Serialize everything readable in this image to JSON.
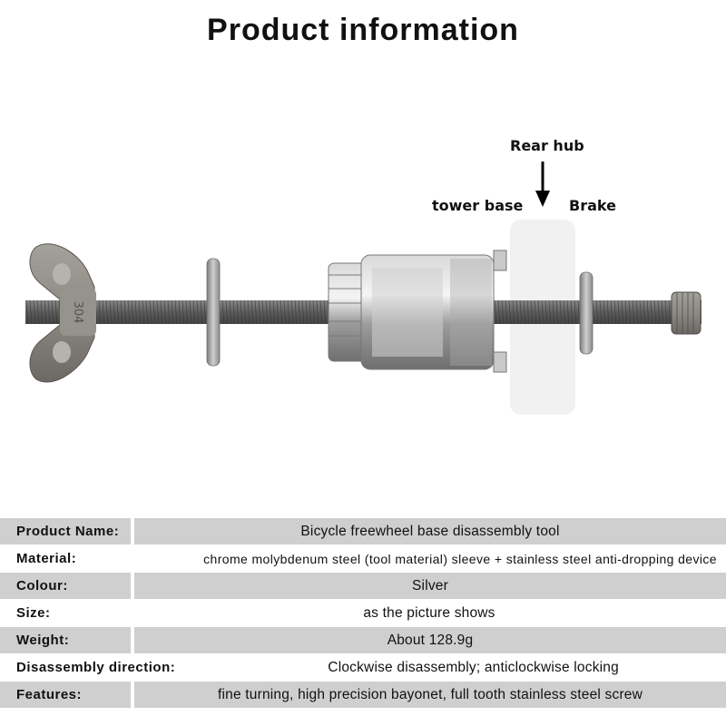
{
  "page": {
    "title": "Product information"
  },
  "labels": {
    "rear_hub": "Rear hub",
    "tower_base": "tower base",
    "brake": "Brake",
    "wing_nut_marking": "304"
  },
  "specs": [
    {
      "label": "Product Name:",
      "value": "Bicycle freewheel base disassembly tool"
    },
    {
      "label": "Material:",
      "value": "chrome molybdenum steel (tool material) sleeve + stainless steel anti-dropping device"
    },
    {
      "label": "Colour:",
      "value": "Silver"
    },
    {
      "label": "Size:",
      "value": "as the picture shows"
    },
    {
      "label": "Weight:",
      "value": "About 128.9g"
    },
    {
      "label": "Disassembly direction:",
      "value": "Clockwise disassembly; anticlockwise locking"
    },
    {
      "label": "Features:",
      "value": "fine turning, high precision bayonet, full tooth stainless steel screw"
    }
  ]
}
